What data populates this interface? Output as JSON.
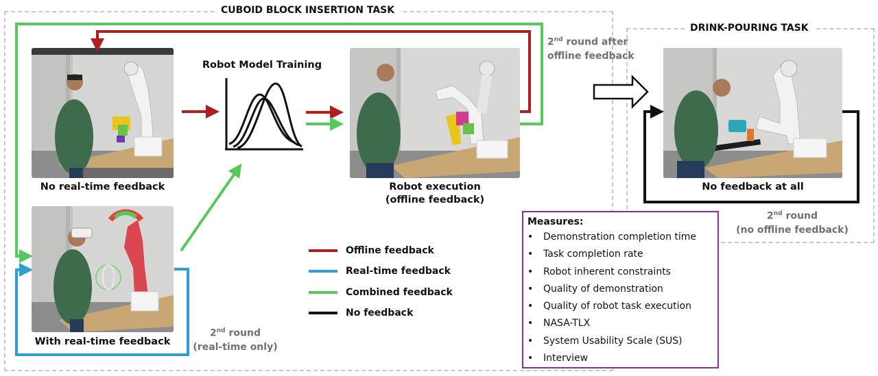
{
  "tasks": {
    "cuboid_title": "CUBOID BLOCK INSERTION TASK",
    "drink_title": "DRINK-POURING TASK"
  },
  "panels": {
    "no_realtime_caption": "No real-time feedback",
    "with_realtime_caption": "With real-time feedback",
    "training_title": "Robot Model Training",
    "execution_caption_1": "Robot execution",
    "execution_caption_2": "(offline feedback)",
    "no_feedback_caption": "No feedback at all"
  },
  "rounds": {
    "second_offline_sup": "nd",
    "second_offline_1a": "2",
    "second_offline_1b": " round after",
    "second_offline_2": "offline feedback",
    "second_realtime_1a": "2",
    "second_realtime_sup": "nd",
    "second_realtime_1b": " round",
    "second_realtime_2": "(real-time only)",
    "second_nooffline_1a": "2",
    "second_nooffline_sup": "nd",
    "second_nooffline_1b": " round",
    "second_nooffline_2": "(no offline feedback)"
  },
  "legend": [
    {
      "label": "Offline feedback",
      "color": "#b01e1e"
    },
    {
      "label": "Real-time feedback",
      "color": "#2f9fd3"
    },
    {
      "label": "Combined feedback",
      "color": "#55c95c"
    },
    {
      "label": "No feedback",
      "color": "#111111"
    }
  ],
  "measures": {
    "title": "Measures:",
    "bullet": "•",
    "items": [
      "Demonstration completion time",
      "Task completion rate",
      "Robot inherent constraints",
      "Quality of demonstration",
      "Quality of robot task execution",
      "NASA-TLX",
      "System Usability Scale (SUS)",
      "Interview"
    ]
  },
  "colors": {
    "offline": "#b01e1e",
    "realtime": "#2f9fd3",
    "combined": "#55c95c",
    "none": "#111111",
    "measures_border": "#8b2f94",
    "dashed_border": "#c8c8c8"
  },
  "icons": [
    "robot-arm-photo",
    "person-photo",
    "bell-curves-icon",
    "block-arrow-icon"
  ]
}
